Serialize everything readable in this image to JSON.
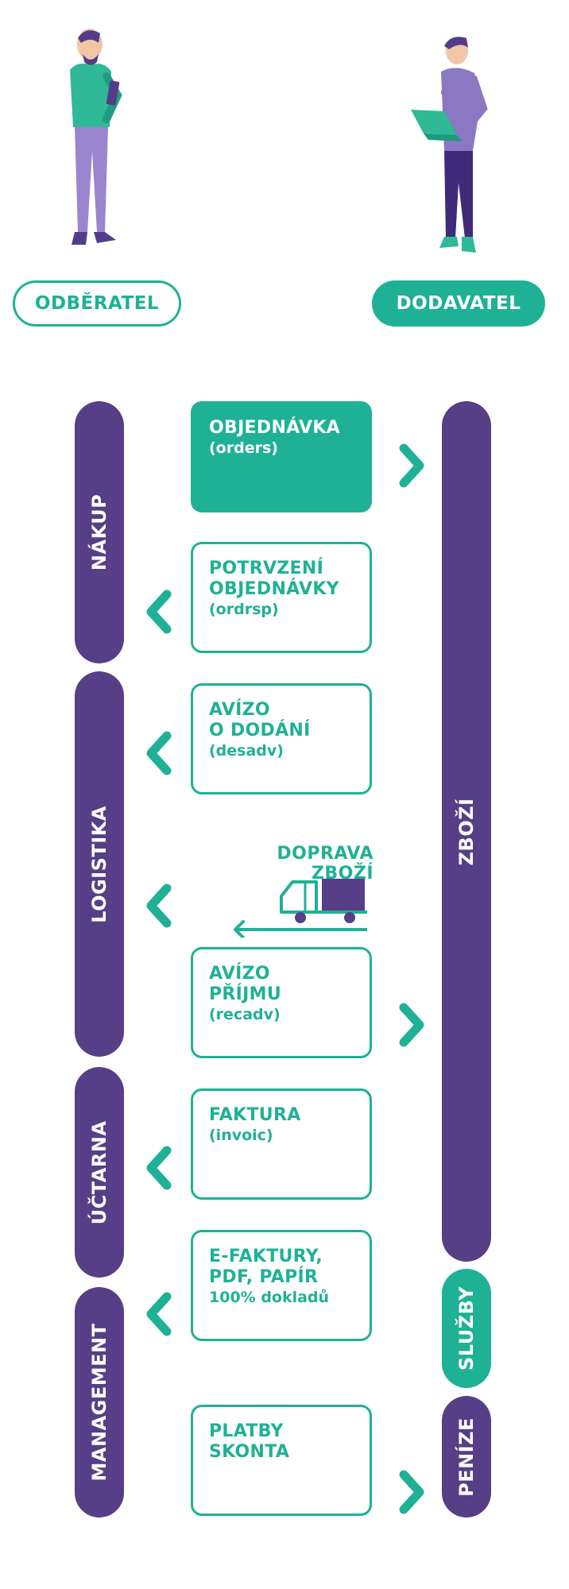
{
  "colors": {
    "teal": "#1fb195",
    "purple": "#563f86",
    "light_purple": "#8a78c2"
  },
  "roles": {
    "left": "ODBĚRATEL",
    "right": "DODAVATEL"
  },
  "left_bars": [
    {
      "id": "nakup",
      "label": "NÁKUP"
    },
    {
      "id": "logistika",
      "label": "LOGISTIKA"
    },
    {
      "id": "uctarna",
      "label": "ÚČTARNA"
    },
    {
      "id": "management",
      "label": "MANAGEMENT"
    }
  ],
  "right_bars": [
    {
      "id": "zbozi",
      "label": "ZBOŽÍ"
    },
    {
      "id": "sluzby",
      "label": "SLUŽBY"
    },
    {
      "id": "penize",
      "label": "PENÍZE"
    }
  ],
  "documents": [
    {
      "title": "OBJEDNÁVKA",
      "code": "(orders)",
      "direction": "right",
      "filled": true
    },
    {
      "title": "POTRVZENÍ\nOBJEDNÁVKY",
      "code": "(ordrsp)",
      "direction": "left",
      "filled": false
    },
    {
      "title": "AVÍZO\nO DODÁNÍ",
      "code": "(desadv)",
      "direction": "left",
      "filled": false
    },
    {
      "title": "AVÍZO\nPŘÍJMU",
      "code": "(recadv)",
      "direction": "right",
      "filled": false
    },
    {
      "title": "FAKTURA",
      "code": "(invoic)",
      "direction": "left",
      "filled": false
    },
    {
      "title": "E-FAKTURY,\nPDF, PAPÍR",
      "code": "100% dokladů",
      "direction": "left",
      "filled": false
    },
    {
      "title": "PLATBY\nSKONTA",
      "code": "",
      "direction": "right",
      "filled": false
    }
  ],
  "transport": {
    "label": "DOPRAVA ZBOŽÍ",
    "direction": "left",
    "icon": "delivery-truck-icon"
  },
  "icons": {
    "buyer": "person-with-tablet-icon",
    "supplier": "person-with-laptop-icon",
    "arrow": "chevron-icon"
  }
}
